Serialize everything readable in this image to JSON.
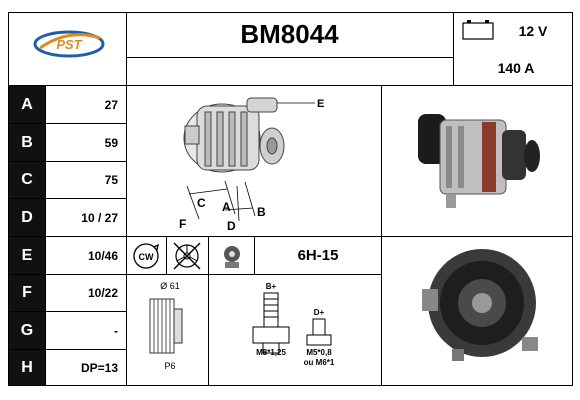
{
  "header": {
    "logo_text": "PST",
    "part_number": "BM8044",
    "voltage": "12 V",
    "amperage": "140 A"
  },
  "specs": [
    {
      "letter": "A",
      "value": "27"
    },
    {
      "letter": "B",
      "value": "59"
    },
    {
      "letter": "C",
      "value": "75"
    },
    {
      "letter": "D",
      "value": "10 / 27"
    },
    {
      "letter": "E",
      "value": "10/46"
    },
    {
      "letter": "F",
      "value": "10/22"
    },
    {
      "letter": "G",
      "value": "-"
    },
    {
      "letter": "H",
      "value": "DP=13"
    }
  ],
  "diagram": {
    "labels": {
      "e": "E",
      "c": "C",
      "a": "A",
      "b": "B",
      "f": "F",
      "d": "D"
    }
  },
  "icons_row": {
    "rotation_label": "CW",
    "connector_code": "6H-15"
  },
  "pulley": {
    "diameter": "Ø 61",
    "type": "P6"
  },
  "terminals": {
    "b_label": "B+",
    "b_thread": "M8*1,25",
    "d_label": "D+",
    "d_thread_1": "M5*0,8",
    "d_thread_2": "ou M6*1"
  }
}
